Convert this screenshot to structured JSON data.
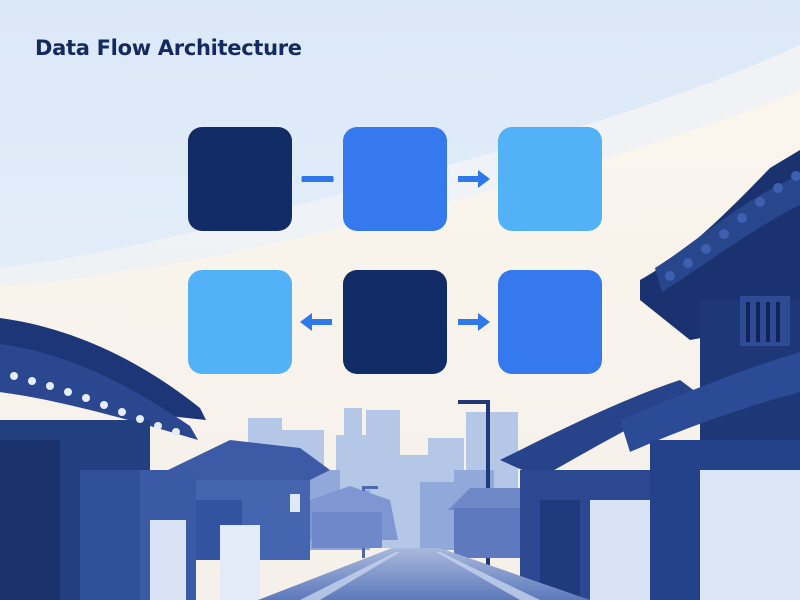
{
  "title": "Data Flow Architecture",
  "colors": {
    "navy": "#112b66",
    "royal": "#3679ee",
    "sky": "#53b2f7",
    "arrow": "#2f78ea",
    "title": "#142a5e"
  },
  "diagram": {
    "nodes": [
      {
        "id": "n1",
        "row": 1,
        "col": 1,
        "color": "navy"
      },
      {
        "id": "n2",
        "row": 1,
        "col": 2,
        "color": "royal"
      },
      {
        "id": "n3",
        "row": 1,
        "col": 3,
        "color": "sky"
      },
      {
        "id": "n4",
        "row": 2,
        "col": 1,
        "color": "sky"
      },
      {
        "id": "n5",
        "row": 2,
        "col": 2,
        "color": "navy"
      },
      {
        "id": "n6",
        "row": 2,
        "col": 3,
        "color": "royal"
      }
    ],
    "edges": [
      {
        "from": "n1",
        "to": "n2",
        "style": "line"
      },
      {
        "from": "n2",
        "to": "n3",
        "style": "arrow"
      },
      {
        "from": "n5",
        "to": "n4",
        "style": "arrow"
      },
      {
        "from": "n5",
        "to": "n6",
        "style": "arrow"
      }
    ]
  }
}
